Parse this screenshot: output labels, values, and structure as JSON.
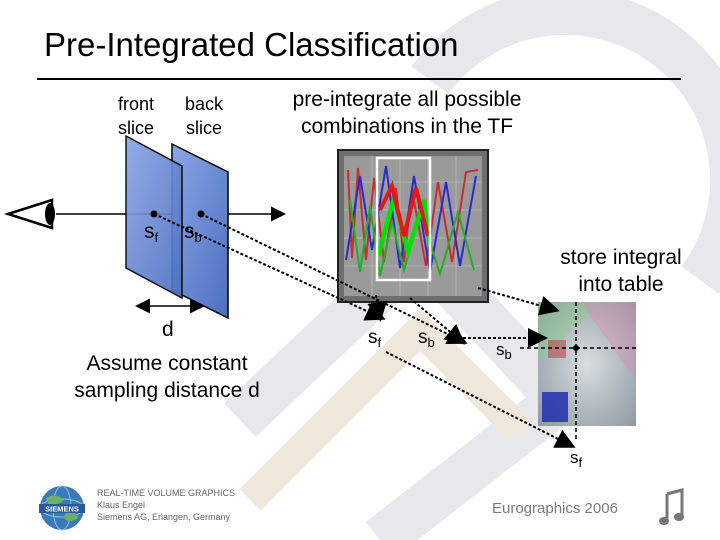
{
  "slide": {
    "title": "Pre-Integrated Classification",
    "front_slice_lines": [
      "front",
      "slice"
    ],
    "back_slice_lines": [
      "back",
      "slice"
    ],
    "preintegrate_lines": [
      "pre-integrate all possible",
      "combinations in the TF"
    ],
    "store_lines": [
      "store integral",
      "into table"
    ],
    "assume_lines": [
      "Assume constant",
      "sampling distance d"
    ],
    "distance_label": "d",
    "sample_labels": {
      "front": {
        "base": "s",
        "sub": "f"
      },
      "back": {
        "base": "s",
        "sub": "b"
      }
    }
  },
  "footer": {
    "lines": [
      "REAL-TIME VOLUME GRAPHICS",
      "Klaus Engel",
      "Siemens AG, Erlangen, Germany"
    ],
    "logo_text": "SIEMENS",
    "conference": "Eurographics 2006",
    "music_icon": "music-note-icon"
  },
  "colors": {
    "slice_blue": "#5a7fd0",
    "tf_red": "#e01818",
    "tf_green": "#18d818",
    "tf_blue": "#3030d0",
    "watermark": "#e6e6ea"
  }
}
